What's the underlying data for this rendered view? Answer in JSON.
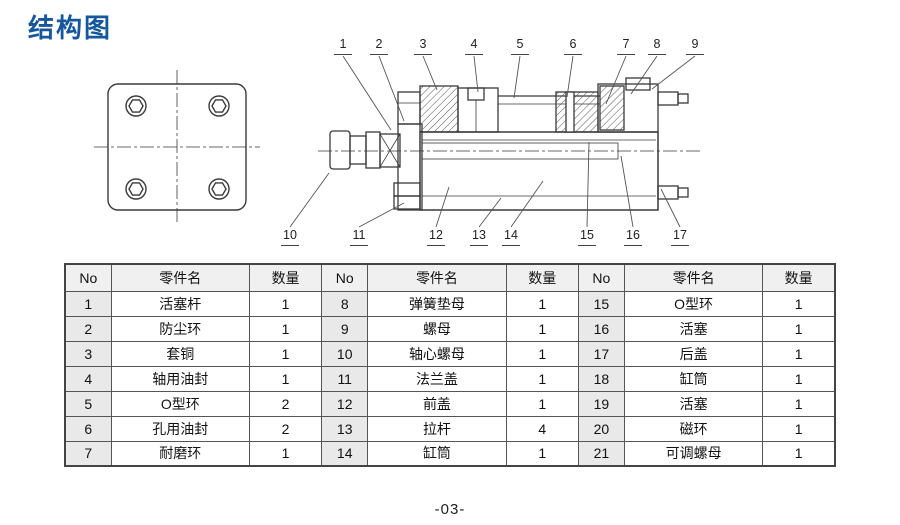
{
  "page": {
    "title": "结构图",
    "footer": "-03-"
  },
  "diagram": {
    "callouts_top": [
      "1",
      "2",
      "3",
      "4",
      "5",
      "6",
      "7",
      "8",
      "9"
    ],
    "callouts_bottom": [
      "10",
      "11",
      "12",
      "13",
      "14",
      "15",
      "16",
      "17"
    ]
  },
  "table": {
    "headers": [
      "No",
      "零件名",
      "数量"
    ],
    "rows": [
      [
        "1",
        "活塞杆",
        "1",
        "8",
        "弹簧垫母",
        "1",
        "15",
        "O型环",
        "1"
      ],
      [
        "2",
        "防尘环",
        "1",
        "9",
        "螺母",
        "1",
        "16",
        "活塞",
        "1"
      ],
      [
        "3",
        "套铜",
        "1",
        "10",
        "轴心螺母",
        "1",
        "17",
        "后盖",
        "1"
      ],
      [
        "4",
        "轴用油封",
        "1",
        "11",
        "法兰盖",
        "1",
        "18",
        "缸筒",
        "1"
      ],
      [
        "5",
        "O型环",
        "2",
        "12",
        "前盖",
        "1",
        "19",
        "活塞",
        "1"
      ],
      [
        "6",
        "孔用油封",
        "2",
        "13",
        "拉杆",
        "4",
        "20",
        "磁环",
        "1"
      ],
      [
        "7",
        "耐磨环",
        "1",
        "14",
        "缸筒",
        "1",
        "21",
        "可调螺母",
        "1"
      ]
    ]
  }
}
